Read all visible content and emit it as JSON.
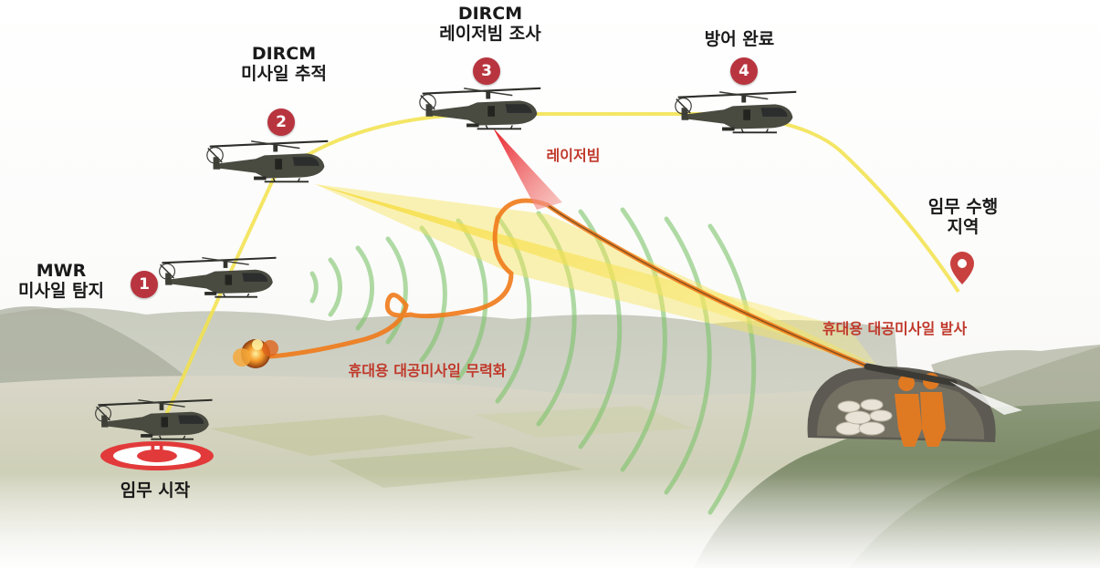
{
  "steps": [
    {
      "number": "1",
      "title": "MWR",
      "subtitle": "미사일 탐지"
    },
    {
      "number": "2",
      "title": "DIRCM",
      "subtitle": "미사일 추적"
    },
    {
      "number": "3",
      "title": "DIRCM",
      "subtitle": "레이저빔 조사"
    },
    {
      "number": "4",
      "title": "방어 완료"
    }
  ],
  "labels": {
    "mission_start": "임무 시작",
    "mission_area_line1": "임무 수행",
    "mission_area_line2": "지역",
    "laser_beam": "레이저빔",
    "missile_launch": "휴대용 대공미사일 발사",
    "missile_neutralized": "휴대용 대공미사일 무력화",
    "helipad_mark": "H"
  },
  "colors": {
    "badge": "#b8353f",
    "flight_path": "#f2e24a",
    "laser": "#e8212b",
    "missile_trail": "#f07a1a",
    "jamming_waves": "#7dc46b",
    "label_red": "#c0392b",
    "location_pin": "#c8413f"
  },
  "icons": [
    "helicopter-icon",
    "location-pin-icon",
    "helipad-icon",
    "explosion-icon",
    "soldier-icon"
  ]
}
